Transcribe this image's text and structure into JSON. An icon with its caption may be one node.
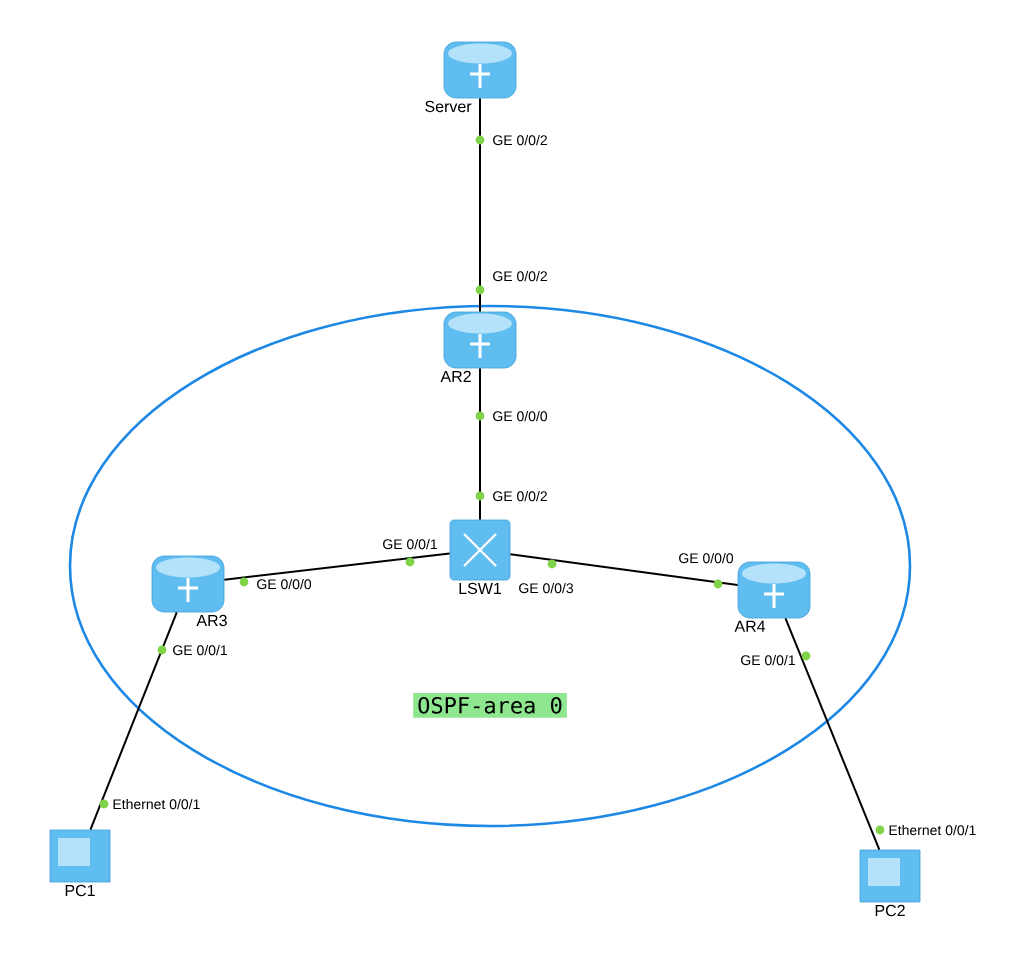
{
  "diagram": {
    "nodes": [
      {
        "text": [
          "Server"
        ]
      },
      {
        "text": [
          "OSPF-area 0"
        ]
      },
      {
        "text": [
          "AR2"
        ],
        "in": 1
      },
      {
        "text": [
          "LSW1"
        ],
        "in": 1
      },
      {
        "text": [
          "AR3"
        ],
        "in": 1
      },
      {
        "text": [
          "AR4"
        ],
        "in": 1
      },
      {
        "text": [
          "PC1"
        ]
      },
      {
        "text": [
          "PC2"
        ]
      }
    ],
    "edges": [
      {
        "from": 0,
        "to": 2,
        "arrow": "none"
      },
      {
        "from": 2,
        "to": 3,
        "arrow": "none"
      },
      {
        "from": 3,
        "to": 4,
        "arrow": "none"
      },
      {
        "from": 3,
        "to": 5,
        "arrow": "none"
      },
      {
        "from": 4,
        "to": 6,
        "arrow": "none"
      },
      {
        "from": 5,
        "to": 7,
        "arrow": "none"
      }
    ],
    "labels": [
      "GE 0/0/2",
      "GE 0/0/2",
      "GE 0/0/0",
      "GE 0/0/2",
      "GE 0/0/1",
      "GE 0/0/0",
      "GE 0/0/3",
      "GE 0/0/0",
      "GE 0/0/1",
      "GE 0/0/1",
      "Ethernet 0/0/1",
      "Ethernet 0/0/1"
    ]
  }
}
